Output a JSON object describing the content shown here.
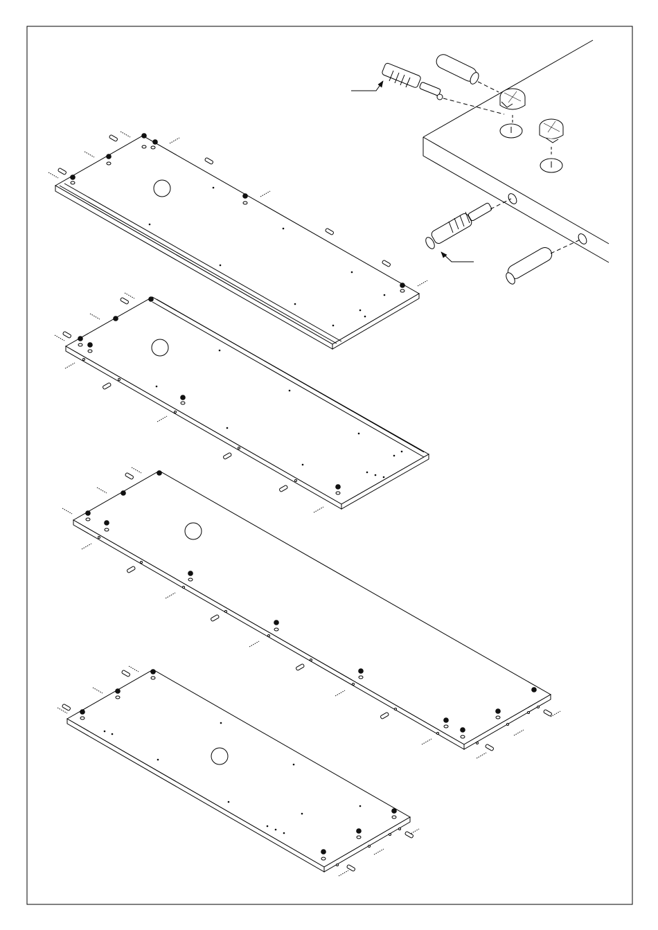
{
  "document": {
    "kind": "assembly-instruction-page",
    "labels": []
  },
  "parts": [
    {
      "id": "panel-1",
      "depicts": "top-panel-with-groove"
    },
    {
      "id": "panel-2",
      "depicts": "panel-with-raised-edge"
    },
    {
      "id": "panel-3",
      "depicts": "long-panel"
    },
    {
      "id": "panel-4",
      "depicts": "bottom-panel"
    }
  ],
  "detail": {
    "depicts": "cam-lock-and-dowel-connection",
    "items": [
      "cam-bolt",
      "wooden-dowel",
      "cam-lock"
    ]
  },
  "colors": {
    "ink": "#000000",
    "paper": "#ffffff"
  }
}
